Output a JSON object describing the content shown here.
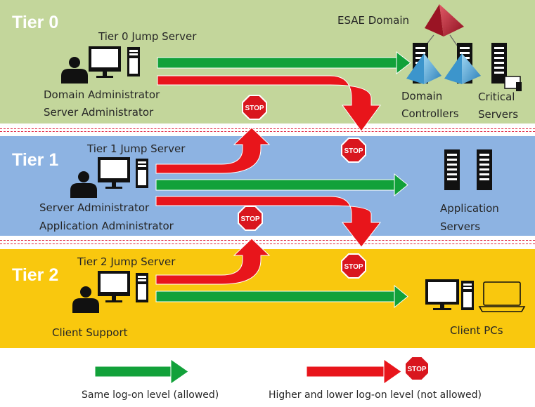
{
  "colors": {
    "tier0": "#c3d69b",
    "tier1": "#8db3e2",
    "tier2": "#f9c80e",
    "allowed": "#12a13a",
    "not_allowed": "#e8151b",
    "stop": "#d9161e"
  },
  "icons": [
    "user-icon",
    "monitor-icon",
    "tower-icon",
    "server-rack-icon",
    "pyramid-icon",
    "laptop-icon",
    "stop-sign-icon"
  ],
  "tiers": [
    {
      "title": "Tier 0",
      "jump_server": "Tier 0 Jump Server",
      "roles": [
        "Domain Administrator",
        "Server Administrator"
      ]
    },
    {
      "title": "Tier 1",
      "jump_server": "Tier 1 Jump Server",
      "roles": [
        "Server Administrator",
        "Application  Administrator"
      ]
    },
    {
      "title": "Tier 2",
      "jump_server": "Tier 2 Jump Server",
      "roles": [
        "Client Support"
      ]
    }
  ],
  "targets": {
    "esae": "ESAE Domain",
    "dc": [
      "Domain",
      "Controllers"
    ],
    "critical": [
      "Critical",
      "Servers"
    ],
    "app": [
      "Application",
      "Servers"
    ],
    "client": "Client PCs"
  },
  "stop_text": "STOP",
  "legend": {
    "allowed": "Same log-on level (allowed)",
    "not_allowed": "Higher and lower log-on level (not allowed)"
  }
}
